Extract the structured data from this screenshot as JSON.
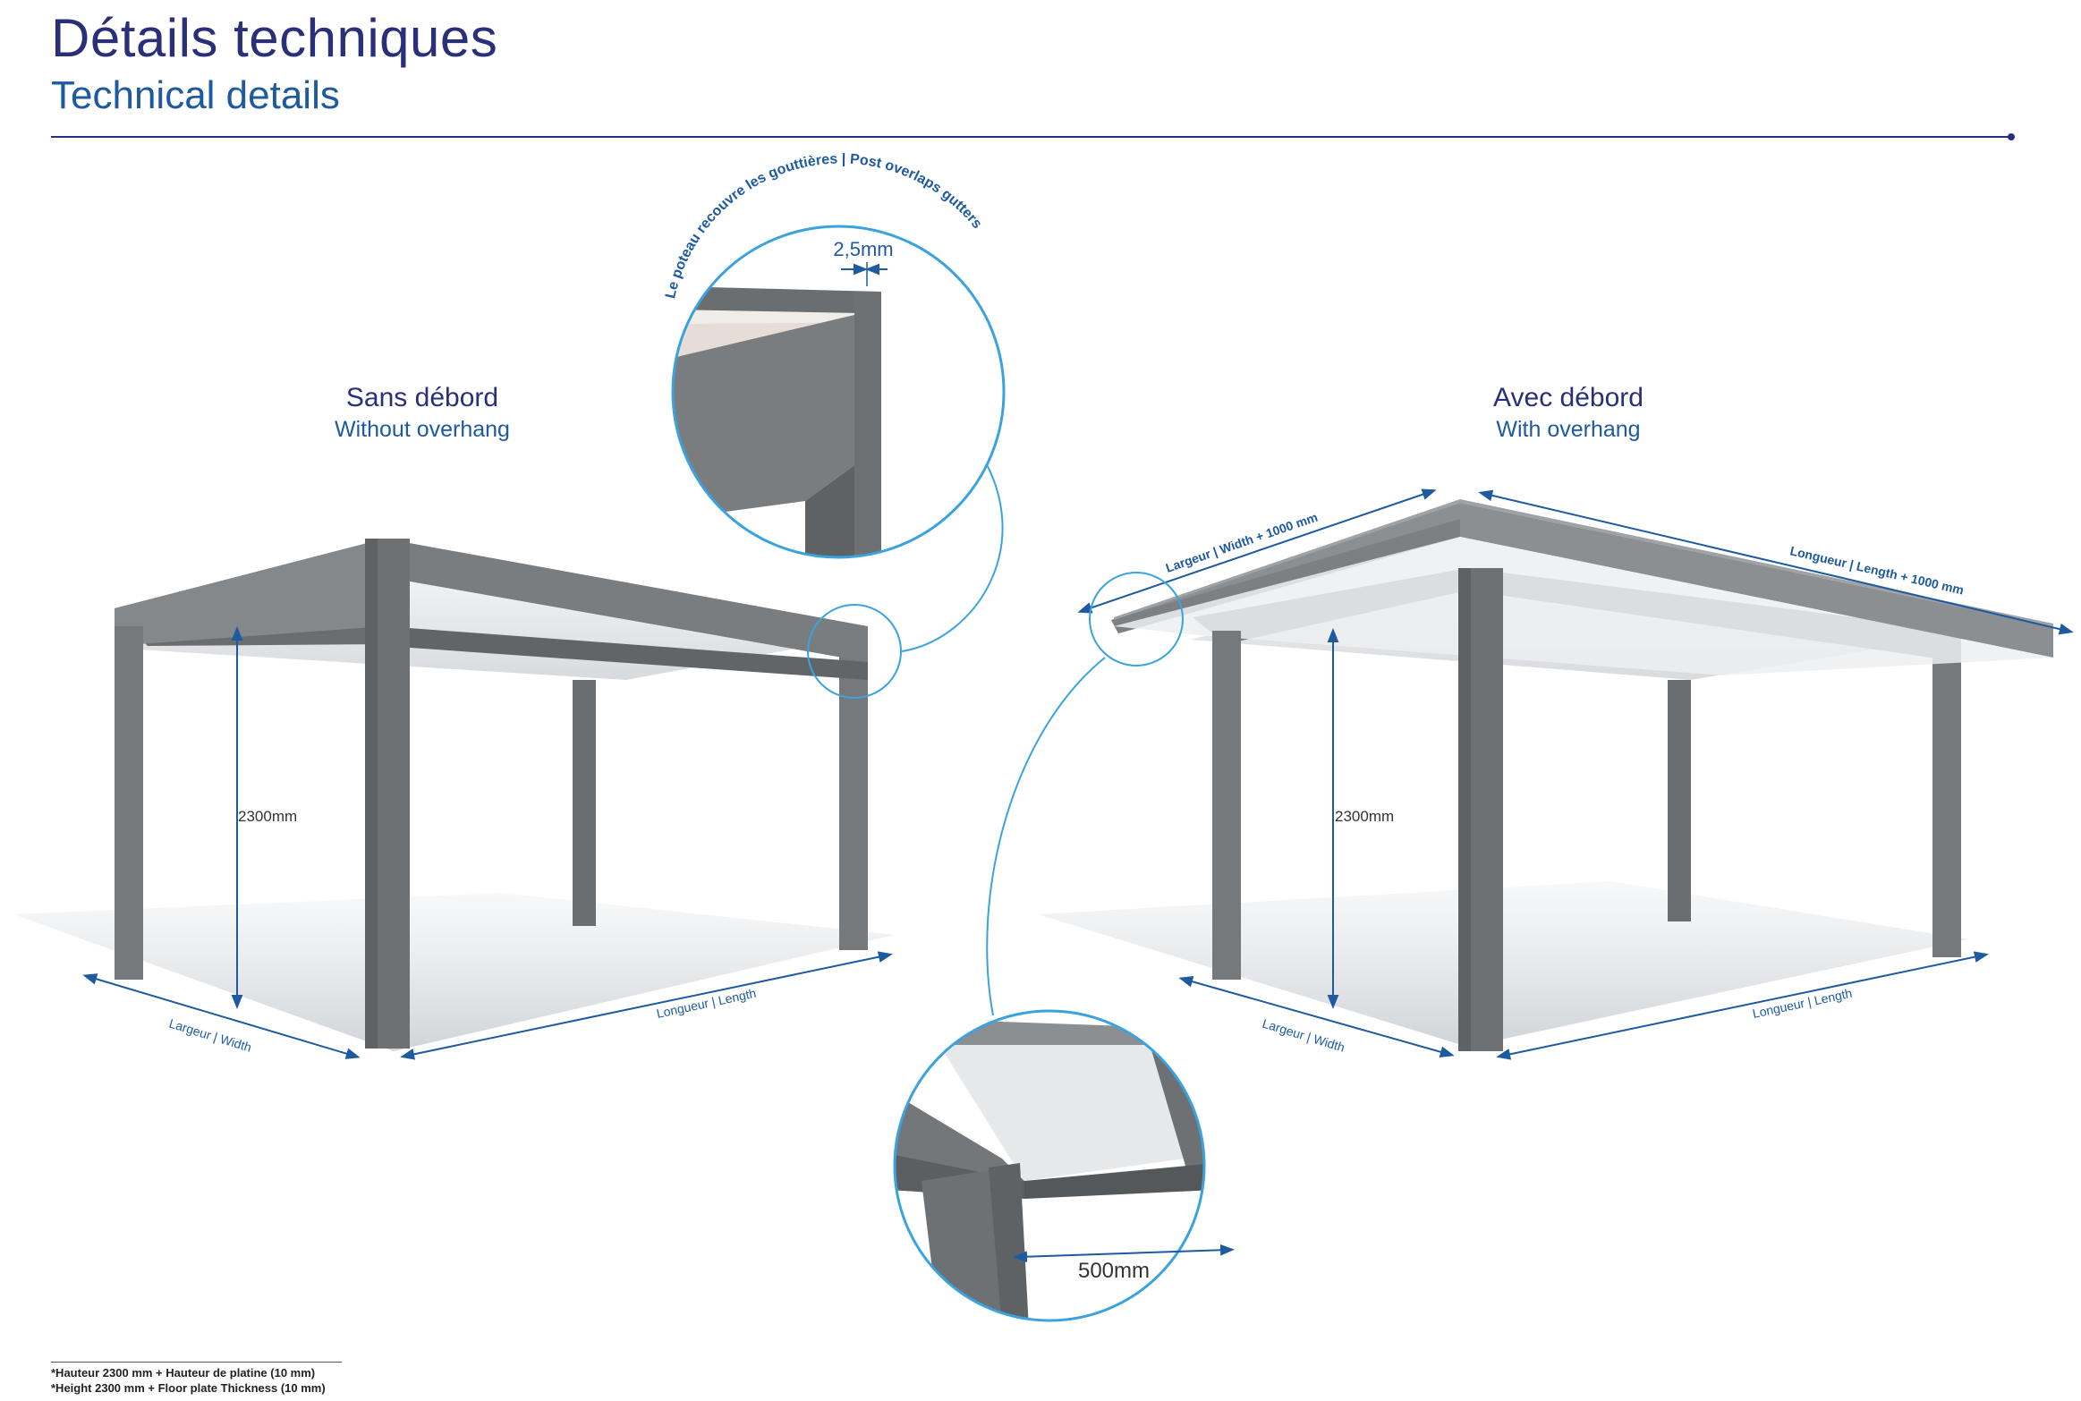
{
  "header": {
    "title_fr": "Détails techniques",
    "title_en": "Technical details"
  },
  "without_overhang": {
    "label_fr": "Sans débord",
    "label_en": "Without overhang",
    "height": "2300mm",
    "width_label": "Largeur | Width",
    "length_label": "Longueur | Length"
  },
  "with_overhang": {
    "label_fr": "Avec débord",
    "label_en": "With overhang",
    "height": "2300mm",
    "width_label": "Largeur | Width",
    "length_label": "Longueur | Length",
    "top_width_label": "Largeur | Width + 1000 mm",
    "top_length_label": "Longueur | Length + 1000 mm"
  },
  "detail_top": {
    "arc_label": "Le poteau recouvre les gouttières | Post overlaps gutters",
    "dimension": "2,5mm"
  },
  "detail_bottom": {
    "dimension": "500mm"
  },
  "footnote": {
    "line_fr": "*Hauteur 2300 mm + Hauteur de platine (10 mm)",
    "line_en": "*Height 2300 mm + Floor plate Thickness (10 mm)"
  },
  "colors": {
    "navy": "#2a2f7a",
    "blue": "#1e5aa0",
    "frame": "#6e7173",
    "circle": "#3aa3df"
  }
}
